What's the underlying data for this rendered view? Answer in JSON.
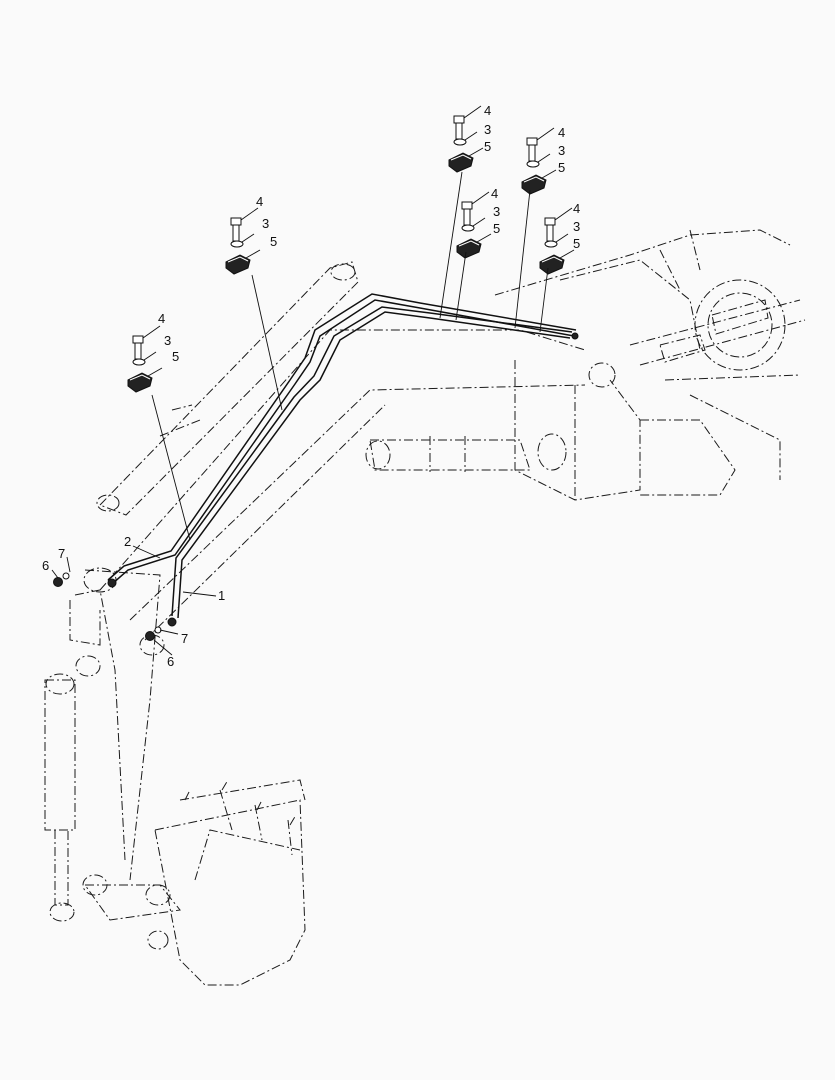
{
  "callouts": {
    "pipe_1": "1",
    "pipe_2": "2",
    "washer": "3",
    "bolt": "4",
    "clamp": "5",
    "fitting": "6",
    "o_ring": "7"
  }
}
